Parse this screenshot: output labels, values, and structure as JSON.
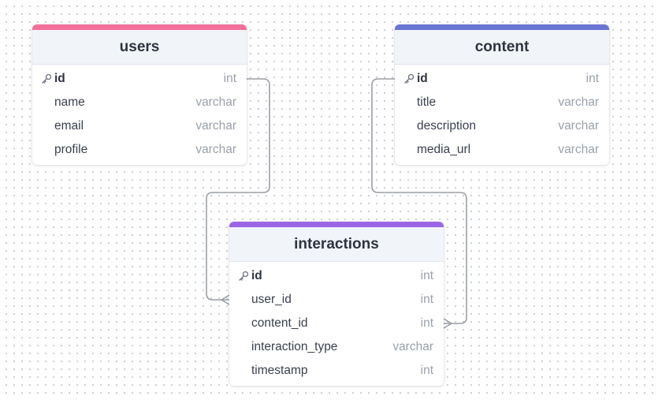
{
  "tables": {
    "users": {
      "name": "users",
      "accent_color": "#f2709c",
      "fields": [
        {
          "name": "id",
          "type": "int",
          "pk": true,
          "icon": "key-icon"
        },
        {
          "name": "name",
          "type": "varchar"
        },
        {
          "name": "email",
          "type": "varchar"
        },
        {
          "name": "profile",
          "type": "varchar"
        }
      ]
    },
    "content": {
      "name": "content",
      "accent_color": "#6a75d4",
      "fields": [
        {
          "name": "id",
          "type": "int",
          "pk": true,
          "icon": "key-icon"
        },
        {
          "name": "title",
          "type": "varchar"
        },
        {
          "name": "description",
          "type": "varchar"
        },
        {
          "name": "media_url",
          "type": "varchar"
        }
      ]
    },
    "interactions": {
      "name": "interactions",
      "accent_color": "#9a66e6",
      "fields": [
        {
          "name": "id",
          "type": "int",
          "pk": true,
          "icon": "key-icon"
        },
        {
          "name": "user_id",
          "type": "int"
        },
        {
          "name": "content_id",
          "type": "int"
        },
        {
          "name": "interaction_type",
          "type": "varchar"
        },
        {
          "name": "timestamp",
          "type": "int"
        }
      ]
    }
  },
  "relationships": [
    {
      "from": "users.id",
      "to": "interactions.user_id",
      "cardinality": "one-to-many"
    },
    {
      "from": "content.id",
      "to": "interactions.content_id",
      "cardinality": "one-to-many"
    }
  ],
  "colors": {
    "connector": "#9a9ea6",
    "header_bg": "#f1f4f9"
  }
}
